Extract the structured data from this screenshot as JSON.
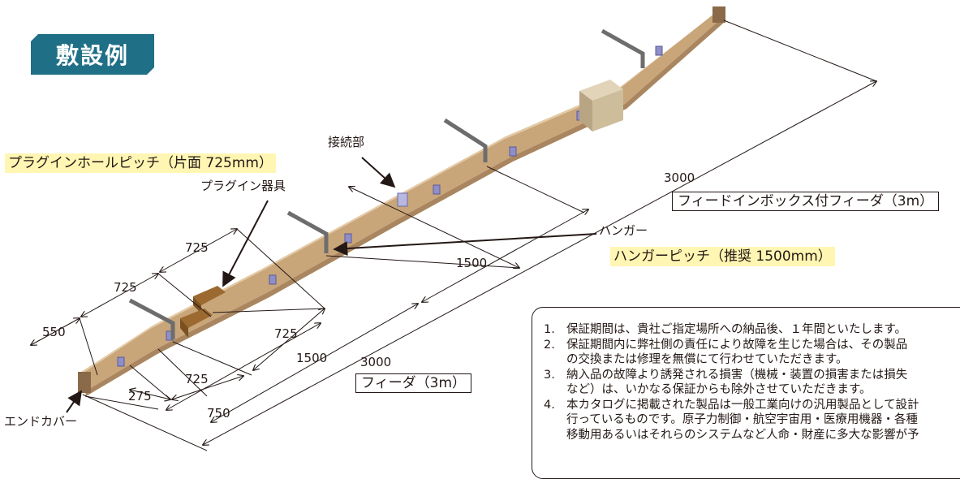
{
  "badge": "敷設例",
  "labels": {
    "connection": "接続部",
    "plugin_device": "プラグイン器具",
    "hanger": "ハンガー",
    "end_cover": "エンドカバー"
  },
  "highlights": {
    "plugin_pitch": "プラグインホールピッチ（片面 725mm）",
    "hanger_pitch": "ハンガーピッチ（推奨 1500mm）"
  },
  "boxes": {
    "feeder_with_box": "フィードインボックス付フィーダ（3m）",
    "feeder": "フィーダ（3m）"
  },
  "dims": {
    "d725a": "725",
    "d725b": "725",
    "d550": "550",
    "d725c": "725",
    "d725d": "725",
    "d275": "275",
    "d750": "750",
    "d1500a": "1500",
    "d1500b": "1500",
    "d3000a": "3000",
    "d3000b": "3000"
  },
  "notes": [
    {
      "n": "1.",
      "t": "保証期間は、貴社ご指定場所への納品後、１年間といたします。"
    },
    {
      "n": "2.",
      "t": "保証期間内に弊社側の責任により故障を生じた場合は、その製品\nの交換または修理を無償にて行わせていただきます。"
    },
    {
      "n": "3.",
      "t": "納入品の故障より誘発される損害（機械・装置の損害または損失\nなど）は、いかなる保証からも除外させていただきます。"
    },
    {
      "n": "4.",
      "t": "本カタログに掲載された製品は一般工業向けの汎用製品として設計\n行っているものです。原子力制御・航空宇宙用・医療用機器・各種\n移動用あるいはそれらのシステムなど人命・財産に多大な影響が予"
    }
  ]
}
